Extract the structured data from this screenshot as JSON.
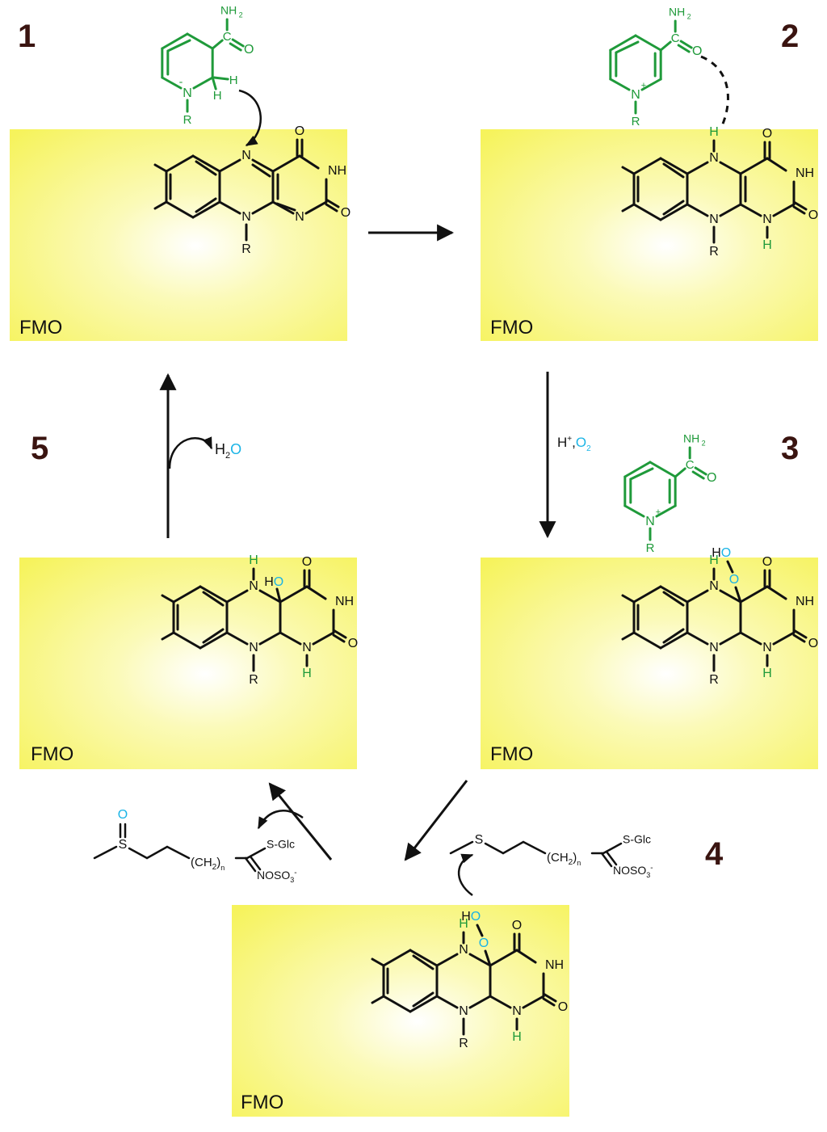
{
  "steps": [
    "1",
    "2",
    "3",
    "4",
    "5"
  ],
  "boxes": {
    "label": "FMO"
  },
  "atoms": {
    "N": "N",
    "NH": "NH",
    "O": "O",
    "H": "H",
    "R": "R",
    "C": "C",
    "NH2": "NH",
    "sub2": "2",
    "HO": "HO",
    "H_of_HO": "H",
    "O_of_HO": "O",
    "plus": "+",
    "minus": "-",
    "S": "S",
    "S_Glc": "S-Glc",
    "CH2n": "(CH",
    "CH2n_close": ")",
    "n": "n",
    "NOSO3": "NOSO",
    "sub3": "3",
    "sup_minus": "-"
  },
  "reagents": {
    "h_plus": "H",
    "plus_sup": "+",
    "comma": ",",
    "o2": "O",
    "o2_sub": "2",
    "water_h": "H",
    "water_sub": "2",
    "water_o": "O"
  },
  "colors": {
    "green": "#1f9a3a",
    "cyan": "#1ab4e6",
    "black": "#111111",
    "step_number": "#3a1410",
    "box_yellow": "#f7f566"
  }
}
